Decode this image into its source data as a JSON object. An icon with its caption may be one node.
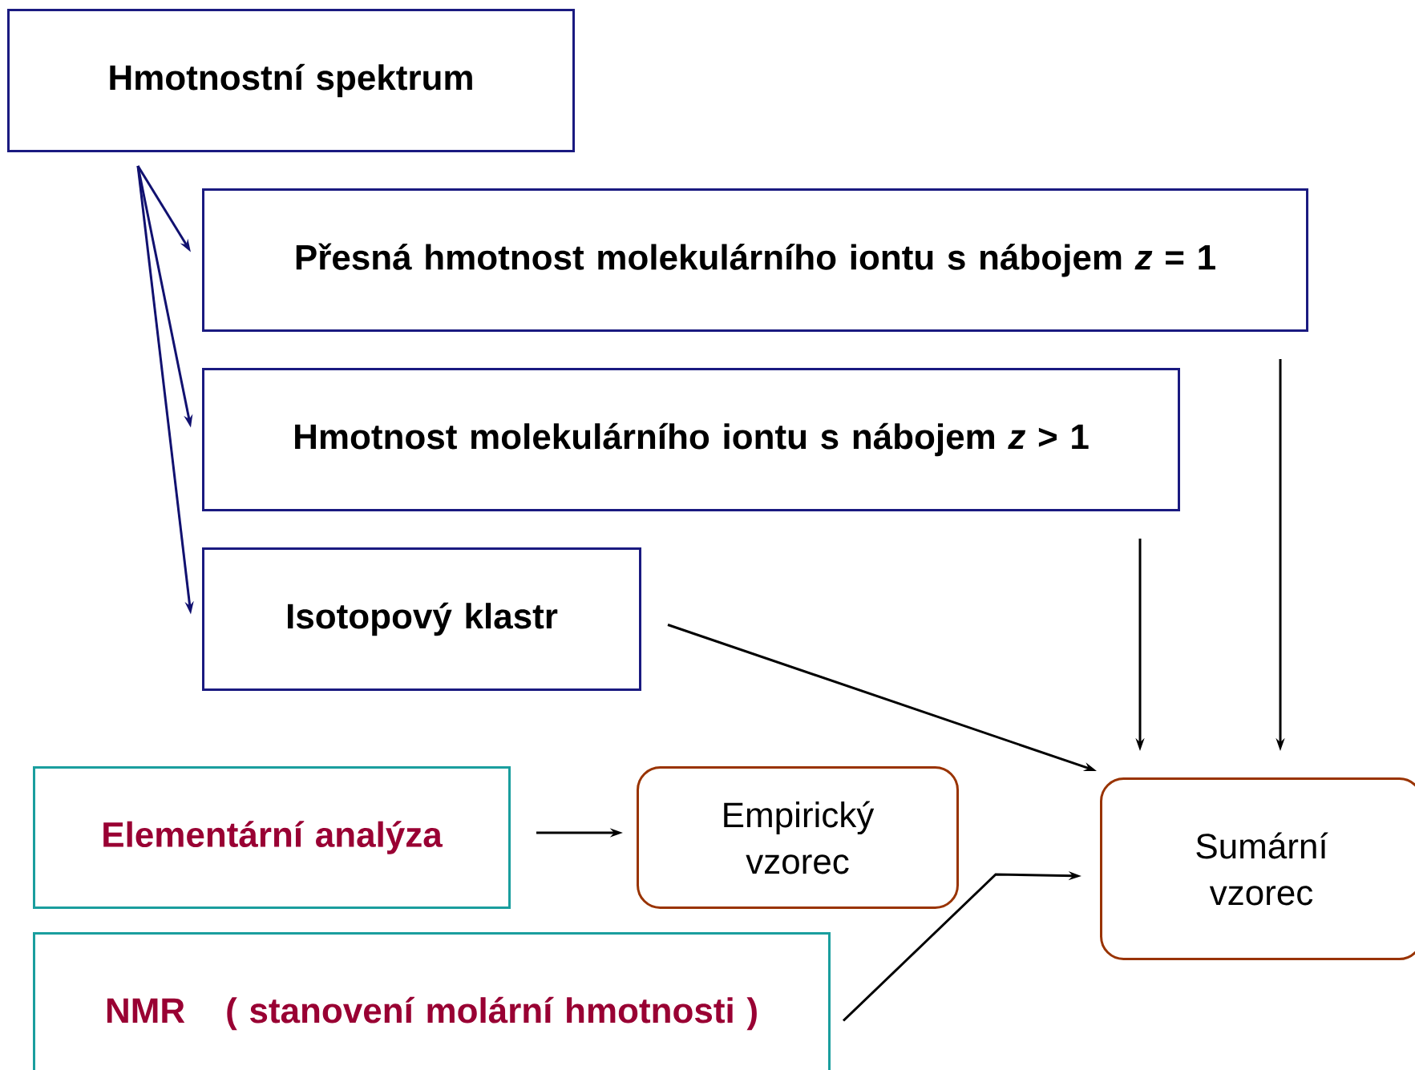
{
  "diagram": {
    "nodes": [
      {
        "text": [
          "Hmotnostní spektrum"
        ]
      },
      {
        "text": [
          "Přesná hmotnost molekulárního iontu s nábojem *z* = 1"
        ]
      },
      {
        "text": [
          "Hmotnost molekulárního iontu s nábojem *z* > 1"
        ]
      },
      {
        "text": [
          "Isotopový klastr"
        ]
      },
      {
        "text": [
          "Elementární analýza"
        ]
      },
      {
        "text": [
          "Empirický vzorec"
        ]
      },
      {
        "text": [
          "Sumární vzorec"
        ]
      },
      {
        "text": [
          "NMR",
          "( stanovení molární hmotnosti )"
        ]
      }
    ],
    "edges": [
      {
        "from": 0,
        "to": 1,
        "arrow": "to",
        "color": "#111170"
      },
      {
        "from": 0,
        "to": 2,
        "arrow": "to",
        "color": "#111170"
      },
      {
        "from": 0,
        "to": 3,
        "arrow": "to",
        "color": "#111170"
      },
      {
        "from": 1,
        "to": 6,
        "arrow": "to"
      },
      {
        "from": 2,
        "to": 6,
        "arrow": "to"
      },
      {
        "from": 3,
        "to": 6,
        "arrow": "to"
      },
      {
        "from": 4,
        "to": 5,
        "arrow": "to"
      },
      {
        "from": 7,
        "to": 6,
        "arrow": "to"
      }
    ]
  }
}
